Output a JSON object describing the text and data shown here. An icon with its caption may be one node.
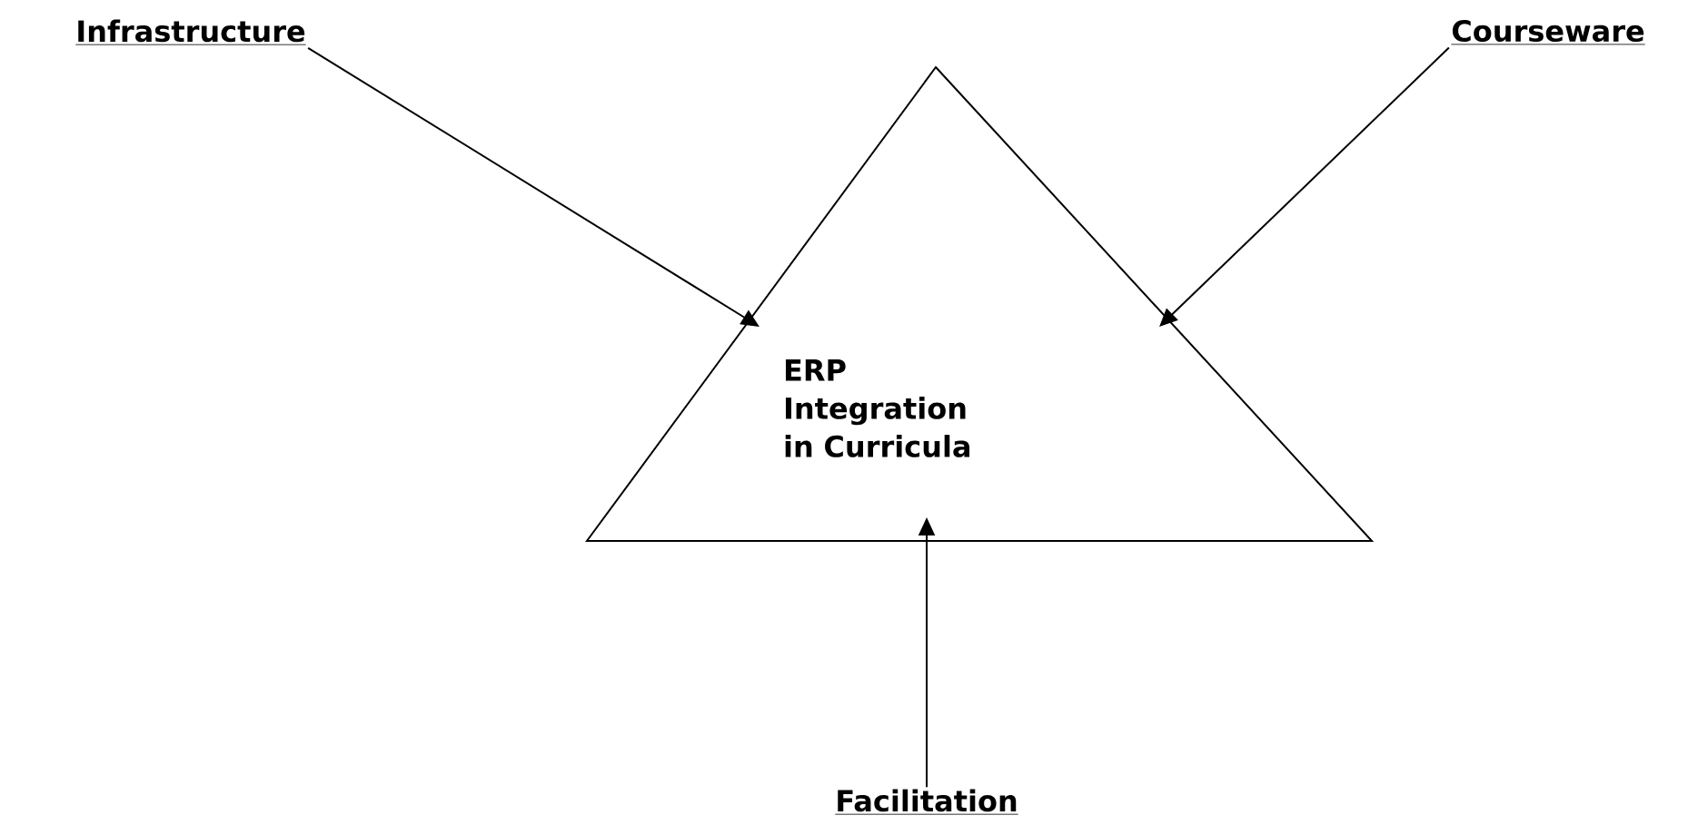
{
  "diagram": {
    "nodes": [
      {
        "text": [
          "ERP Integration in Curricula"
        ]
      },
      {
        "text": [
          "Infrastructure"
        ]
      },
      {
        "text": [
          "Courseware"
        ]
      },
      {
        "text": [
          "Facilitation"
        ]
      }
    ],
    "edges": [
      {
        "from": 1,
        "to": 0,
        "arrow": "to"
      },
      {
        "from": 2,
        "to": 0,
        "arrow": "to"
      },
      {
        "from": 3,
        "to": 0,
        "arrow": "to"
      }
    ]
  }
}
